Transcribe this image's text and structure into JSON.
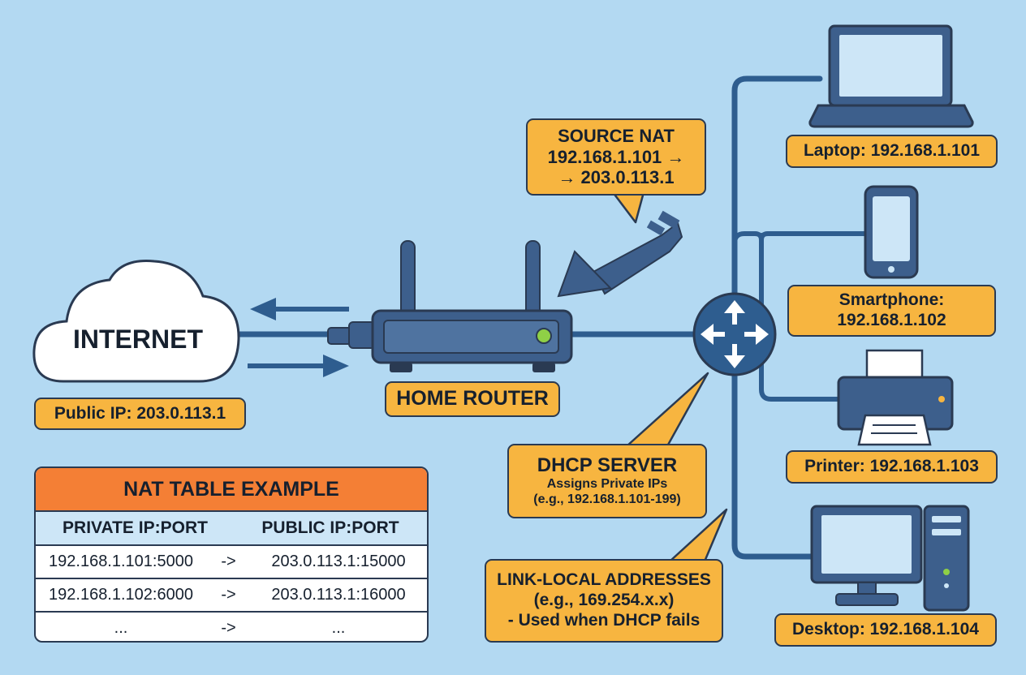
{
  "internet": {
    "label": "INTERNET",
    "public_ip": "Public IP: 203.0.113.1"
  },
  "router": {
    "label": "HOME ROUTER"
  },
  "source_nat": {
    "title": "SOURCE NAT",
    "line1": "192.168.1.101 →",
    "line2": "→ 203.0.113.1"
  },
  "dhcp": {
    "title": "DHCP SERVER",
    "line1": "Assigns Private IPs",
    "line2": "(e.g., 192.168.1.101-199)"
  },
  "link_local": {
    "title": "LINK-LOCAL ADDRESSES",
    "line1": "(e.g., 169.254.x.x)",
    "line2": "- Used when DHCP fails"
  },
  "devices": {
    "laptop": "Laptop: 192.168.1.101",
    "smartphone_1": "Smartphone:",
    "smartphone_2": "192.168.1.102",
    "printer": "Printer: 192.168.1.103",
    "desktop": "Desktop: 192.168.1.104"
  },
  "nat_table": {
    "title": "NAT TABLE EXAMPLE",
    "headers": [
      "PRIVATE IP:PORT",
      "PUBLIC IP:PORT"
    ],
    "rows": [
      {
        "private": "192.168.1.101:5000",
        "arrow": "->",
        "public": "203.0.113.1:15000"
      },
      {
        "private": "192.168.1.102:6000",
        "arrow": "->",
        "public": "203.0.113.1:16000"
      },
      {
        "private": "...",
        "arrow": "->",
        "public": "..."
      }
    ]
  },
  "colors": {
    "background": "#b3d9f2",
    "label": "#f7b540",
    "table_header": "#f47f35",
    "line": "#2e5d8f",
    "device": "#3d5f8c",
    "outline": "#2a3a52"
  }
}
